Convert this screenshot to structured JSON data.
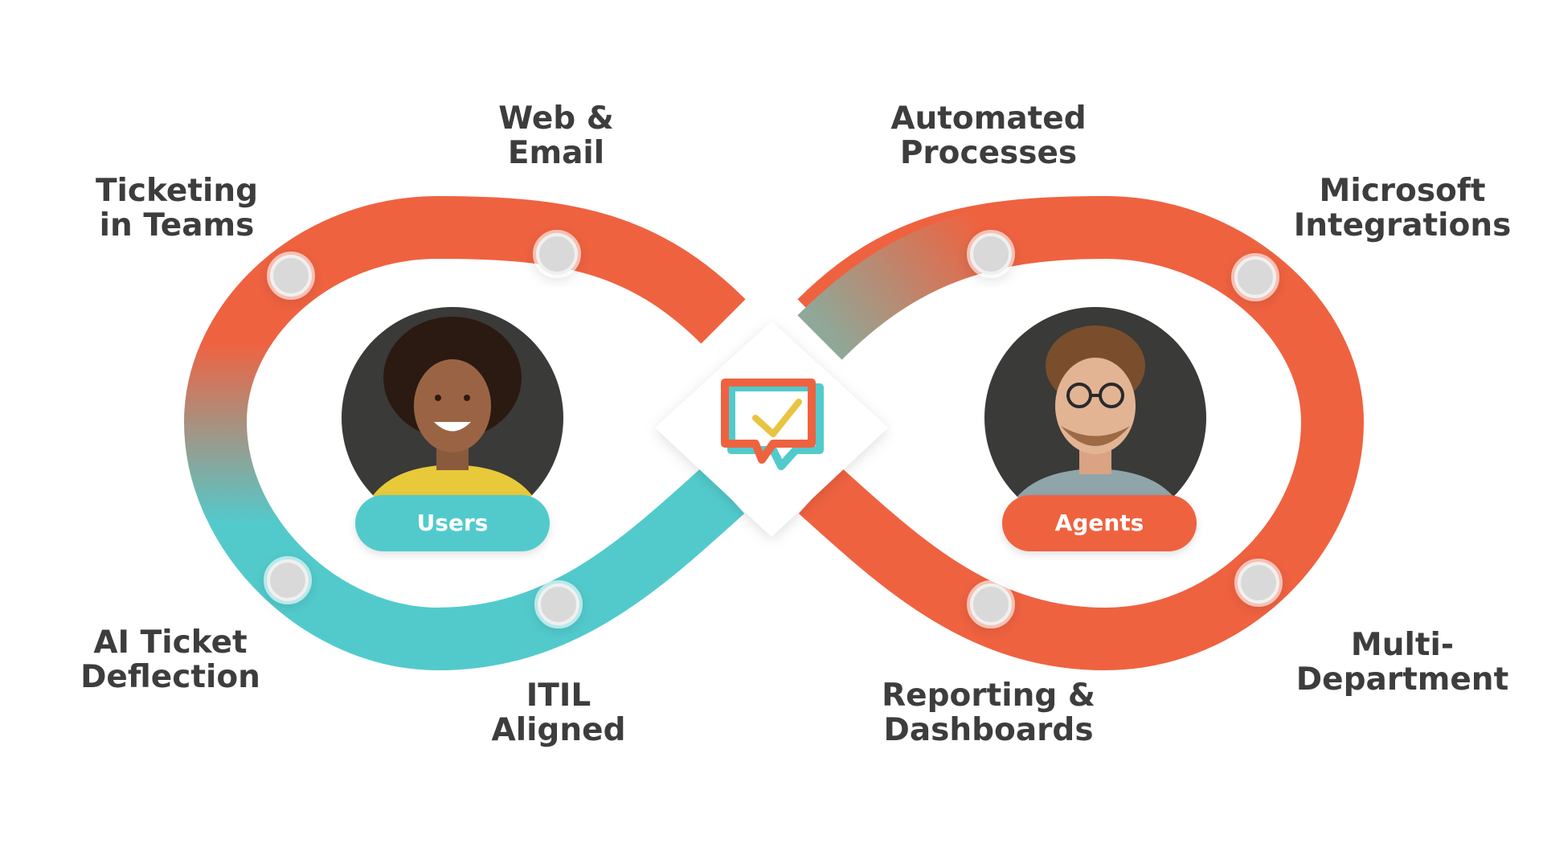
{
  "colors": {
    "coral": "#EF6240",
    "teal": "#52CACC",
    "icon_yellow": "#E8C440",
    "node_fill": "#D9D9D9",
    "avatar_bg": "#3A3A38",
    "text": "#3D3D3D"
  },
  "center_icon": "chat-check-icon",
  "left_loop": {
    "labels": {
      "top_left": [
        "Ticketing",
        "in Teams"
      ],
      "top_right": [
        "Web &",
        "Email"
      ],
      "bottom_left": [
        "AI Ticket",
        "Deflection"
      ],
      "bottom_right": [
        "ITIL",
        "Aligned"
      ]
    },
    "badge": "Users"
  },
  "right_loop": {
    "labels": {
      "top_left": [
        "Automated",
        "Processes"
      ],
      "top_right": [
        "Microsoft",
        "Integrations"
      ],
      "bottom_left": [
        "Reporting &",
        "Dashboards"
      ],
      "bottom_right": [
        "Multi-",
        "Department"
      ]
    },
    "badge": "Agents"
  }
}
